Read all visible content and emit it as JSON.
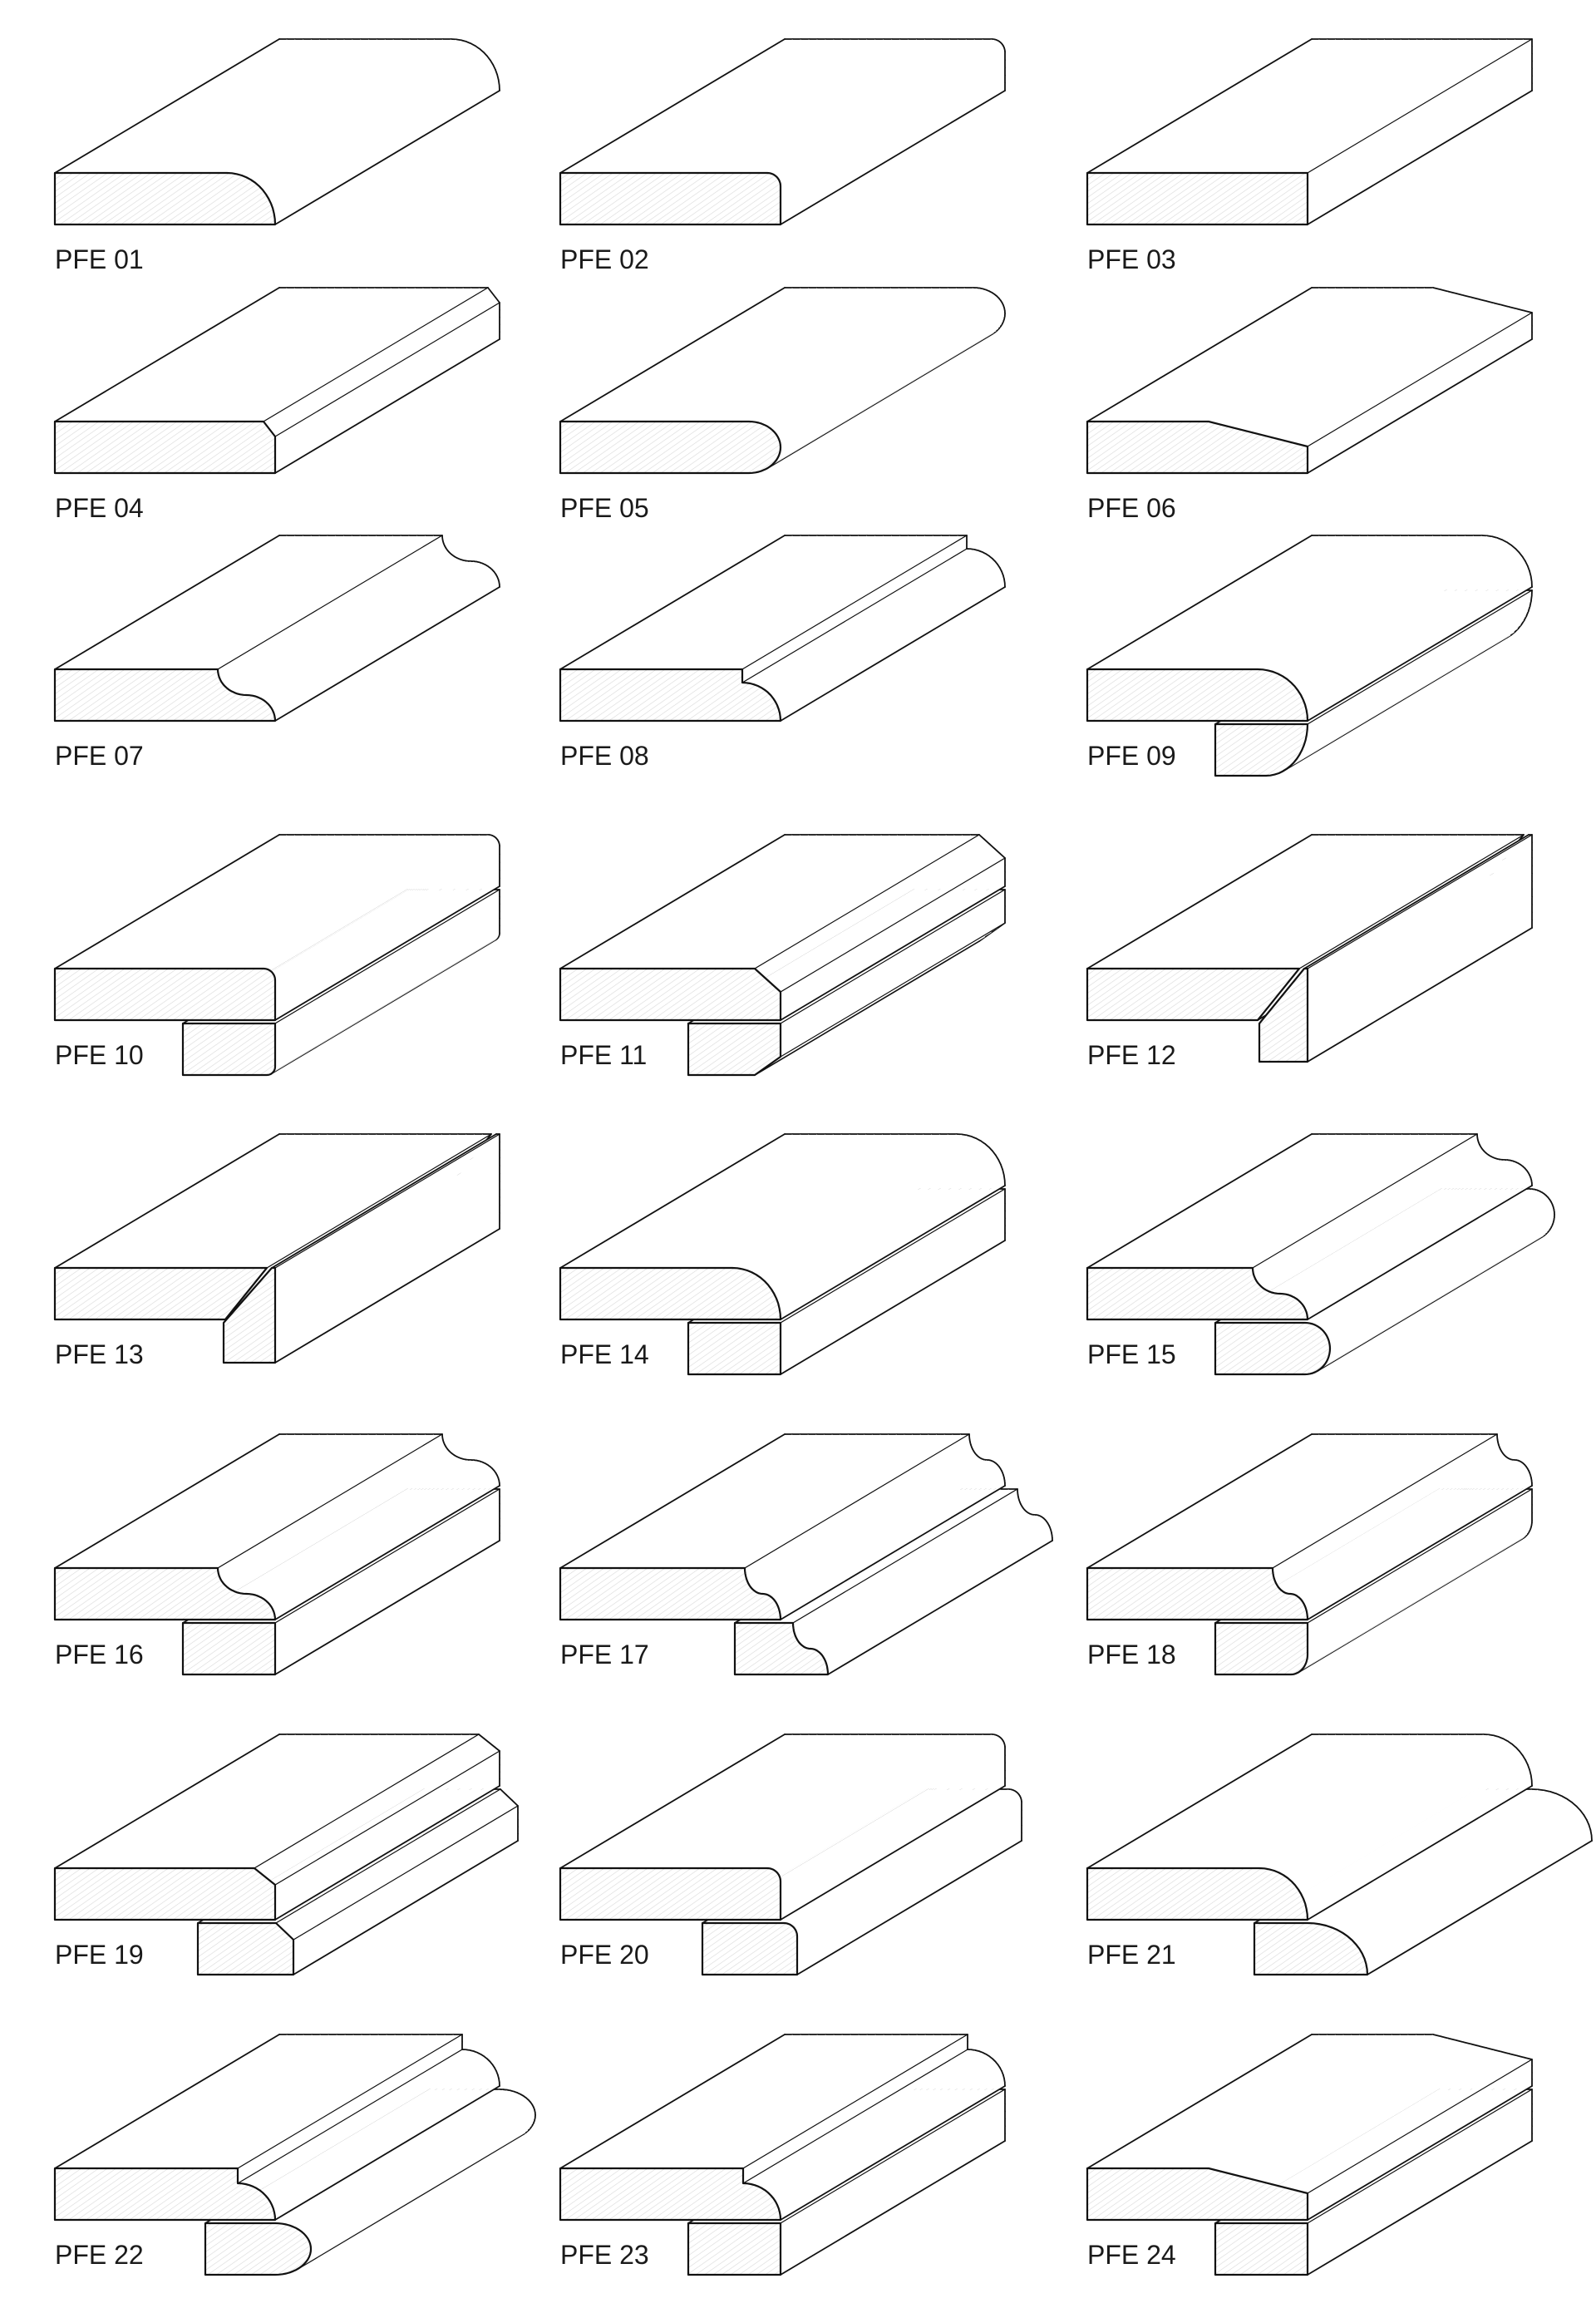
{
  "profiles": [
    {
      "label": "PFE 01"
    },
    {
      "label": "PFE 02"
    },
    {
      "label": "PFE 03"
    },
    {
      "label": "PFE 04"
    },
    {
      "label": "PFE 05"
    },
    {
      "label": "PFE 06"
    },
    {
      "label": "PFE 07"
    },
    {
      "label": "PFE 08"
    },
    {
      "label": "PFE 09"
    },
    {
      "label": "PFE 10"
    },
    {
      "label": "PFE 11"
    },
    {
      "label": "PFE 12"
    },
    {
      "label": "PFE 13"
    },
    {
      "label": "PFE 14"
    },
    {
      "label": "PFE 15"
    },
    {
      "label": "PFE 16"
    },
    {
      "label": "PFE 17"
    },
    {
      "label": "PFE 18"
    },
    {
      "label": "PFE 19"
    },
    {
      "label": "PFE 20"
    },
    {
      "label": "PFE 21"
    },
    {
      "label": "PFE 22"
    },
    {
      "label": "PFE 23"
    },
    {
      "label": "PFE 24"
    }
  ],
  "colors": {
    "line": "#111111",
    "face": "#ffffff",
    "hatch": "#d9d9d9",
    "label": "#1a1a1a"
  }
}
